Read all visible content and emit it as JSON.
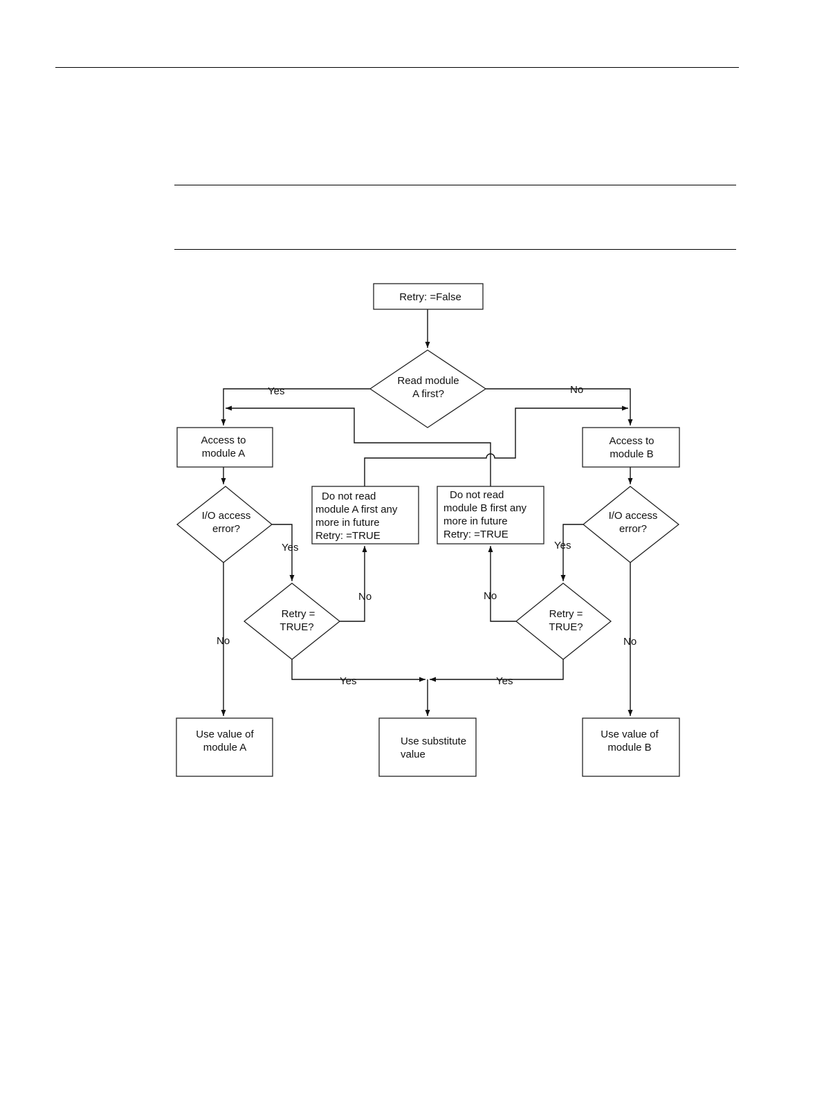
{
  "flowchart": {
    "nodes": {
      "start": [
        "Retry: =False"
      ],
      "decision_read_a_first": [
        "Read module",
        "A first?"
      ],
      "access_a": [
        "Access to",
        "module A"
      ],
      "access_b": [
        "Access to",
        "module B"
      ],
      "io_error_a": [
        "I/O access",
        "error?"
      ],
      "io_error_b": [
        "I/O access",
        "error?"
      ],
      "do_not_read_a": [
        "Do not read",
        "module A first any",
        "more in future",
        "Retry: =TRUE"
      ],
      "do_not_read_b": [
        "Do not read",
        "module B first any",
        "more in future",
        "Retry: =TRUE"
      ],
      "retry_true_a": [
        "Retry =",
        "TRUE?"
      ],
      "retry_true_b": [
        "Retry =",
        "TRUE?"
      ],
      "use_value_a": [
        "Use value of",
        "module A"
      ],
      "use_substitute": [
        "Use substitute",
        "value"
      ],
      "use_value_b": [
        "Use value of",
        "module B"
      ]
    },
    "edge_labels": {
      "read_a_yes": "Yes",
      "read_a_no": "No",
      "io_a_yes": "Yes",
      "io_a_no": "No",
      "io_b_yes": "Yes",
      "io_b_no": "No",
      "retry_a_no": "No",
      "retry_b_no": "No",
      "retry_a_yes": "Yes",
      "retry_b_yes": "Yes"
    }
  }
}
